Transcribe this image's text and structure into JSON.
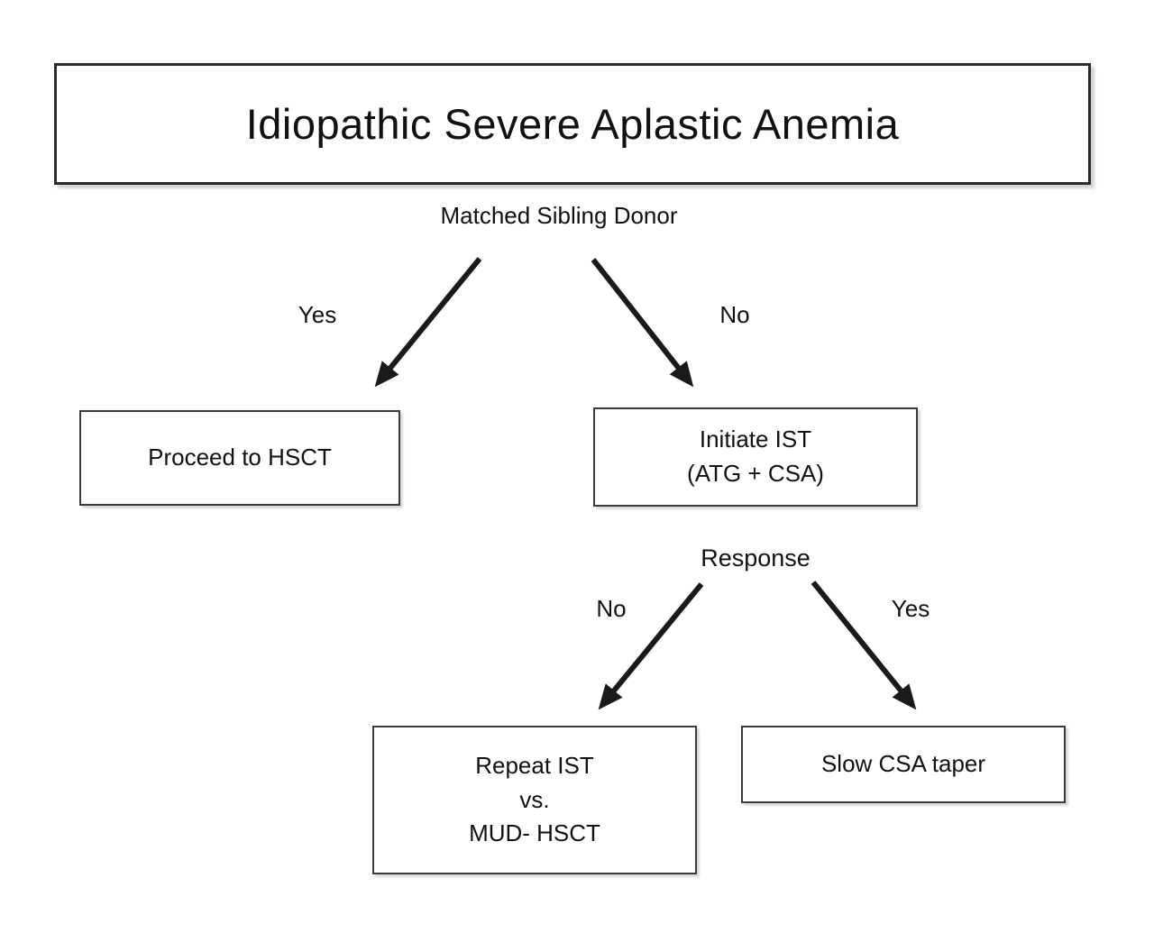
{
  "diagram": {
    "title": "Idiopathic Severe Aplastic Anemia",
    "decision1": {
      "question": "Matched Sibling Donor",
      "yes_label": "Yes",
      "no_label": "No"
    },
    "boxes": {
      "proceed": {
        "line1": "Proceed to HSCT"
      },
      "initiate": {
        "line1": "Initiate IST",
        "line2": "(ATG + CSA)"
      },
      "repeat": {
        "line1": "Repeat IST",
        "line2": "vs.",
        "line3": "MUD- HSCT"
      },
      "taper": {
        "line1": "Slow CSA taper"
      }
    },
    "decision2": {
      "question": "Response",
      "no_label": "No",
      "yes_label": "Yes"
    },
    "colors": {
      "line": "#1a1a1a",
      "border": "#2b2b2b",
      "background": "#ffffff"
    }
  }
}
